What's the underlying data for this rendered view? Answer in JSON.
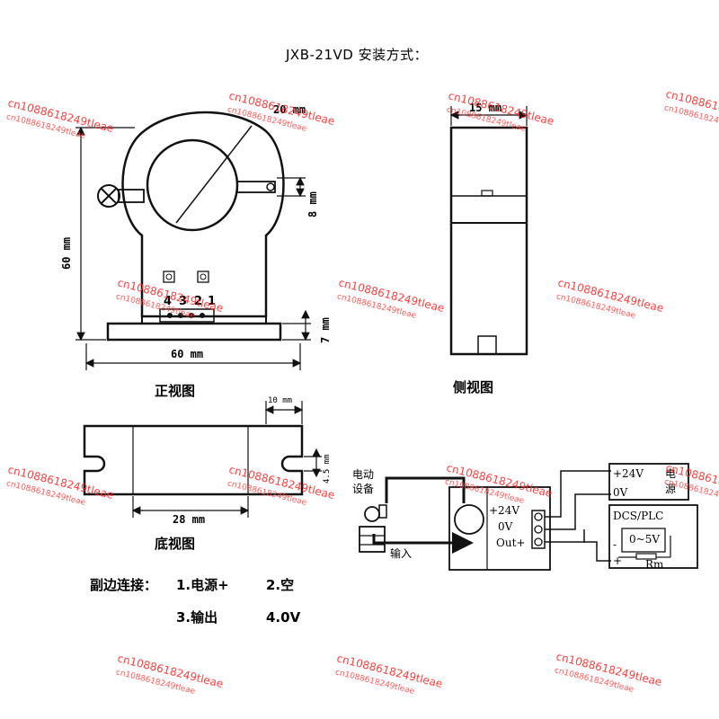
{
  "title": "JXB-21VD  安装方式：",
  "front_view": {
    "caption": "正视图",
    "dim_hole": "20 mm",
    "dim_height": "60 mm",
    "dim_width": "60 mm",
    "dim_slot": "8 mm",
    "dim_base": "7 mm",
    "pins": [
      "4",
      "3",
      "2",
      "1"
    ]
  },
  "side_view": {
    "caption": "侧视图",
    "dim_thickness": "15 mm"
  },
  "bottom_view": {
    "caption": "底视图",
    "dim_slot_width": "10 mm",
    "dim_slot_depth": "4.5 mm",
    "dim_center": "28 mm"
  },
  "wiring": {
    "device_label": "电动\n设备",
    "input_label": "输入",
    "sensor_terminals": [
      "+24V",
      "0V",
      "Out+"
    ],
    "power_label": "+24V",
    "power_name": "电源",
    "power_zero": "0V",
    "plc_label": "DCS/PLC",
    "plc_range": "0~5V",
    "resistor": "Rm",
    "plus_sign": "+",
    "minus_sign": "-"
  },
  "connections": {
    "heading": "副边连接：",
    "items": [
      "1.电源+",
      "2.空",
      "3.输出",
      "4.0V"
    ]
  },
  "watermark": {
    "text1": "cn1088618249tleae",
    "text2": "cn1088618249tleae"
  }
}
